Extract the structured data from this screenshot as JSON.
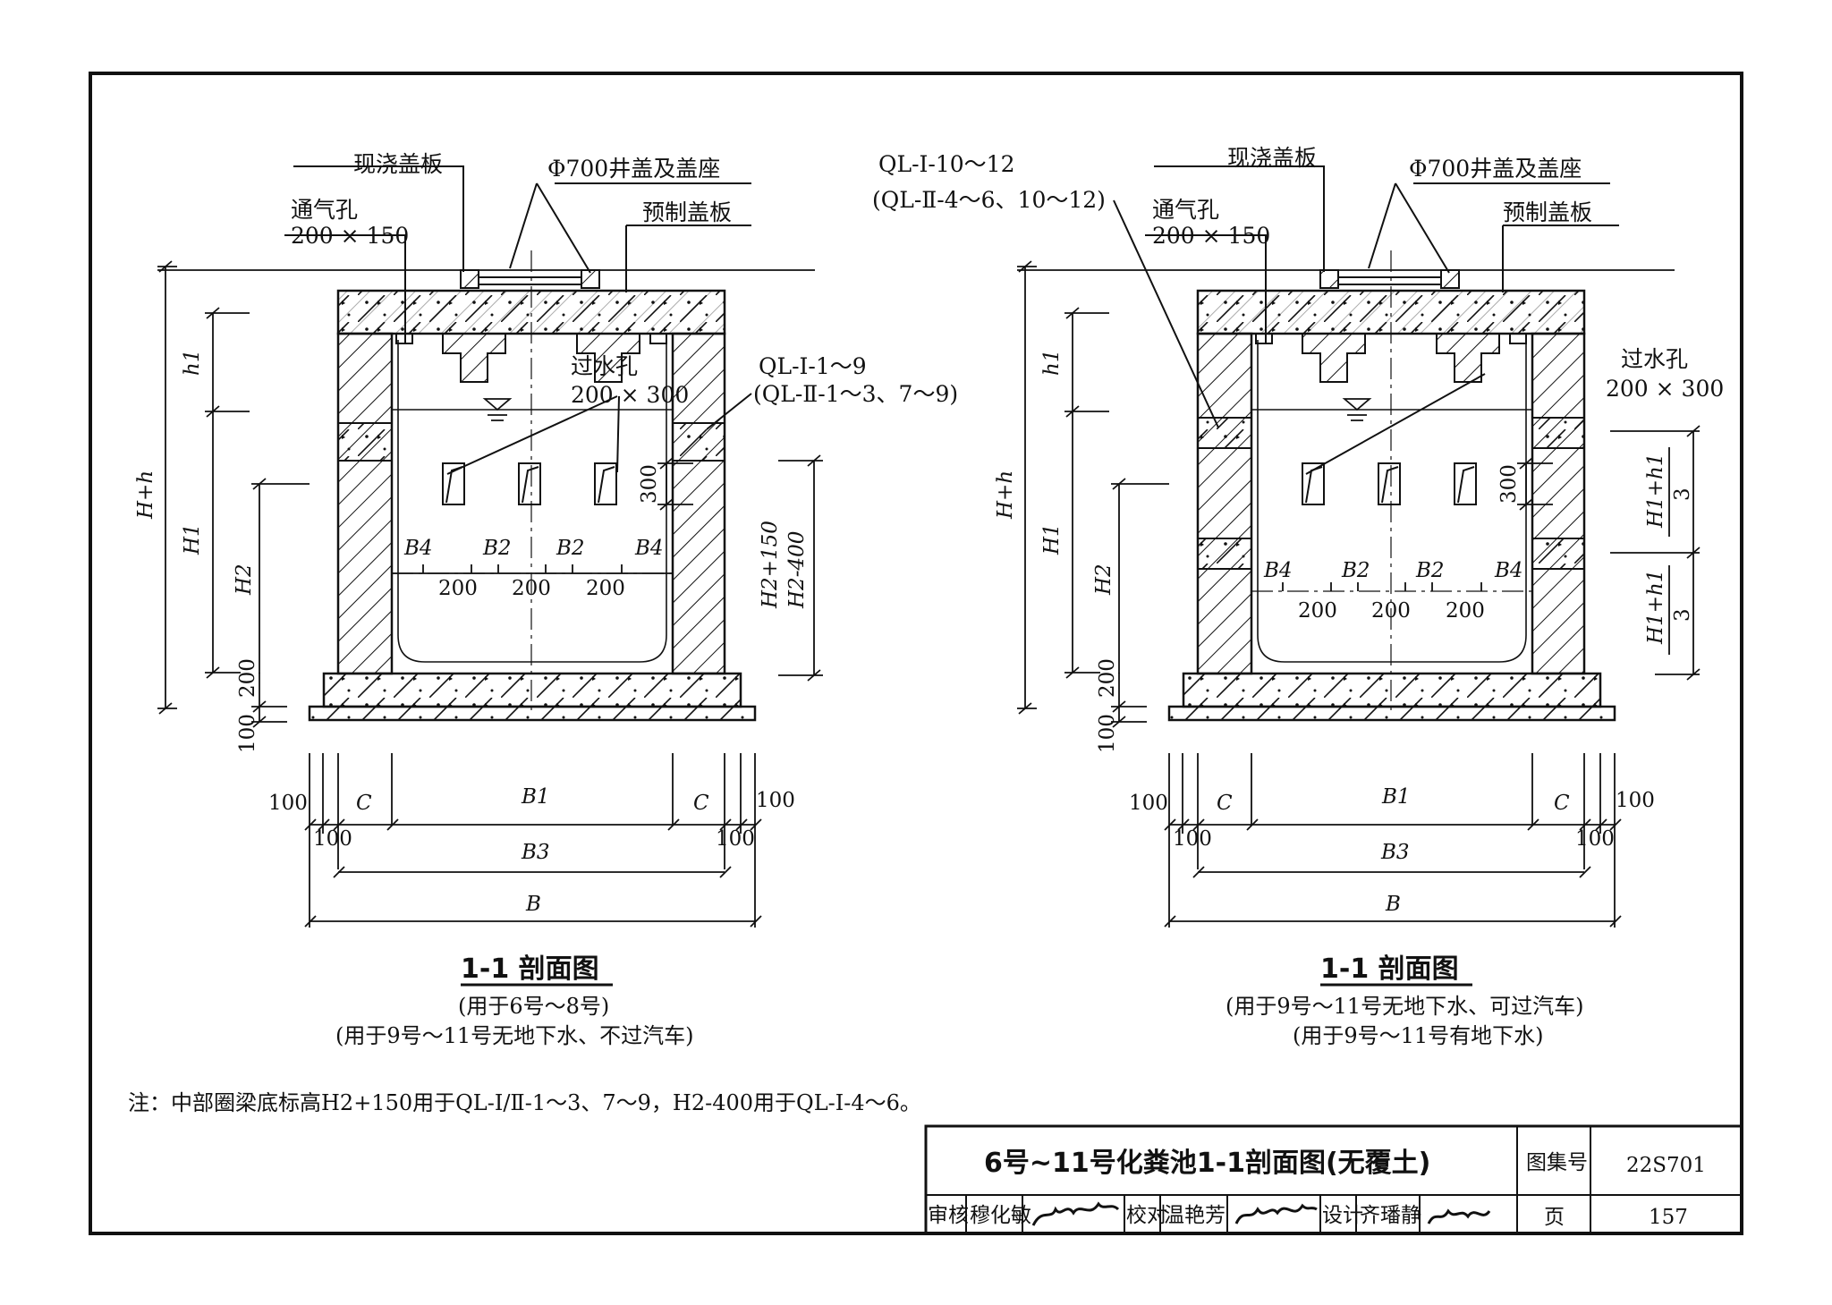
{
  "left_section": {
    "labels": {
      "cast_slab": "现浇盖板",
      "manhole": "Φ700井盖及盖座",
      "vent_hole": "通气孔",
      "vent_size": "200 × 150",
      "precast_slab": "预制盖板",
      "water_hole": "过水孔",
      "water_hole_size": "200 × 300",
      "ql_ref": "QL-Ⅰ-1～9",
      "ql_ref2": "(QL-Ⅱ-1～3、7～9)"
    },
    "dims": {
      "h1": "h1",
      "H_h": "H+h",
      "H1": "H1",
      "H2": "H2",
      "d200v": "200",
      "d100v": "100",
      "d300": "300",
      "right_dim1": "H2+150",
      "right_dim2": "H2-400",
      "B4a": "B4",
      "B2a": "B2",
      "B2b": "B2",
      "B4b": "B4",
      "s200a": "200",
      "s200b": "200",
      "s200c": "200",
      "l100a": "100",
      "l100b": "100",
      "C1": "C",
      "B1": "B1",
      "C2": "C",
      "r100a": "100",
      "r100b": "100",
      "B3": "B3",
      "B": "B"
    },
    "caption": {
      "title": "1-1 剖面图",
      "line1": "(用于6号～8号)",
      "line2": "(用于9号～11号无地下水、不过汽车)"
    }
  },
  "right_section": {
    "labels": {
      "ql_top": "QL-Ⅰ-10～12",
      "ql_top2": "(QL-Ⅱ-4～6、10～12)",
      "cast_slab": "现浇盖板",
      "manhole": "Φ700井盖及盖座",
      "vent_hole": "通气孔",
      "vent_size": "200 × 150",
      "precast_slab": "预制盖板",
      "water_hole": "过水孔",
      "water_hole_size": "200 × 300"
    },
    "dims": {
      "h1": "h1",
      "H_h": "H+h",
      "H1": "H1",
      "H2": "H2",
      "d200v": "200",
      "d100v": "100",
      "d300": "300",
      "frac_num": "H1+h1",
      "frac_den": "3",
      "B4a": "B4",
      "B2a": "B2",
      "B2b": "B2",
      "B4b": "B4",
      "s200a": "200",
      "s200b": "200",
      "s200c": "200",
      "l100a": "100",
      "l100b": "100",
      "C1": "C",
      "B1": "B1",
      "C2": "C",
      "r100a": "100",
      "r100b": "100",
      "B3": "B3",
      "B": "B"
    },
    "caption": {
      "title": "1-1 剖面图",
      "line1": "(用于9号～11号无地下水、可过汽车)",
      "line2": "(用于9号～11号有地下水)"
    }
  },
  "note": "注：中部圈梁底标高H2+150用于QL-Ⅰ/Ⅱ-1～3、7～9，H2-400用于QL-Ⅰ-4～6。",
  "title_block": {
    "title": "6号~11号化粪池1-1剖面图(无覆土)",
    "atlas_label": "图集号",
    "atlas_no": "22S701",
    "review_label": "审核",
    "reviewer": "穆化敏",
    "check_label": "校对",
    "checker": "温艳芳",
    "design_label": "设计",
    "designer": "齐璠静",
    "page_label": "页",
    "page_no": "157"
  }
}
